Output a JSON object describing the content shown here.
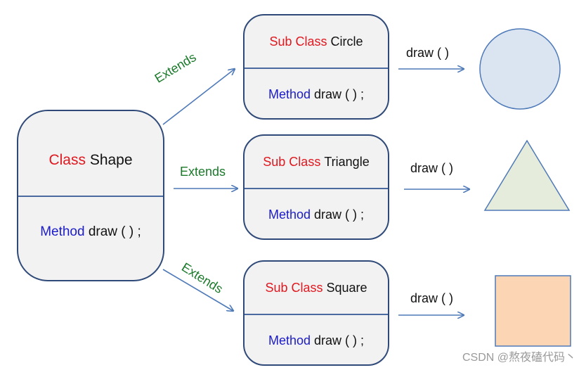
{
  "main_class": {
    "keyword": "Class",
    "name": "Shape",
    "method_keyword": "Method",
    "method": "draw ( ) ;"
  },
  "relation_label": "Extends",
  "subclasses": [
    {
      "keyword": "Sub Class",
      "name": "Circle",
      "method_keyword": "Method",
      "method": "draw ( ) ;",
      "call_label": "draw ( )",
      "shape": "circle",
      "fill": "#dbe5f2"
    },
    {
      "keyword": "Sub Class",
      "name": "Triangle",
      "method_keyword": "Method",
      "method": "draw ( ) ;",
      "call_label": "draw ( )",
      "shape": "triangle",
      "fill": "#e6ecdb"
    },
    {
      "keyword": "Sub Class",
      "name": "Square",
      "method_keyword": "Method",
      "method": "draw ( ) ;",
      "call_label": "draw ( )",
      "shape": "square",
      "fill": "#fcd5b5"
    }
  ],
  "colors": {
    "keyword": "#e0181f",
    "method_keyword": "#1c1cc8",
    "relation": "#1a7a2a",
    "arrow": "#4f7ab8",
    "border": "#2f4a78"
  },
  "watermark": "CSDN @熬夜磕代码丶"
}
